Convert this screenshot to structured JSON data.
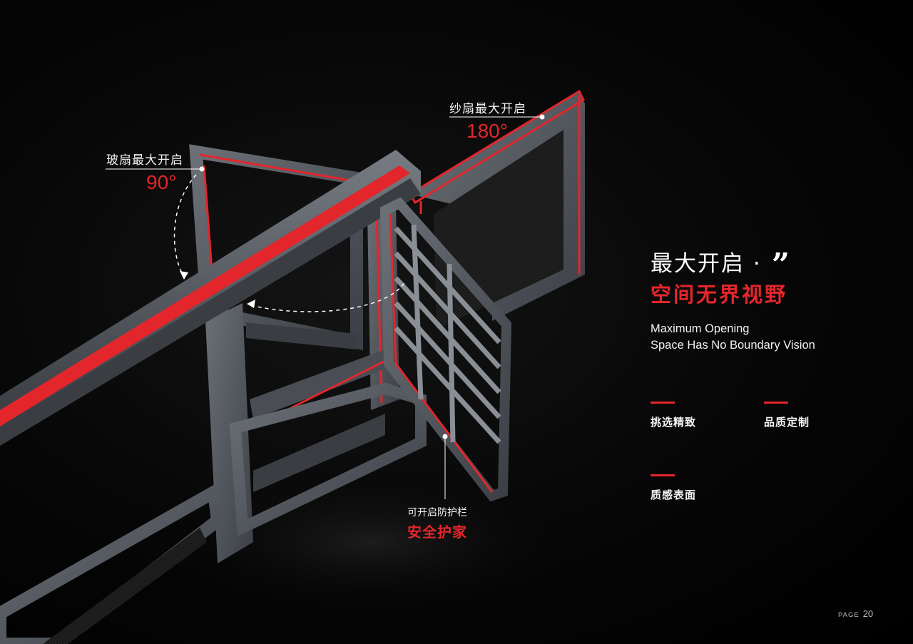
{
  "callouts": {
    "glass_sash": {
      "label": "玻扇最大开启",
      "degree": "90°"
    },
    "screen_sash": {
      "label": "纱扇最大开启",
      "degree": "180°"
    },
    "guardrail": {
      "label": "可开启防护栏",
      "slogan": "安全护家"
    }
  },
  "heading": {
    "line1": "最大开启 ·",
    "quote_mark": "”",
    "line2": "空间无界视野",
    "english_line1": "Maximum Opening",
    "english_line2": "Space Has No Boundary Vision"
  },
  "features": [
    "挑选精致",
    "品质定制",
    "质感表面"
  ],
  "page": {
    "label": "PAGE",
    "number": "20"
  },
  "colors": {
    "accent": "#e3262c",
    "frame": "#5a5f66",
    "background": "#000000"
  }
}
